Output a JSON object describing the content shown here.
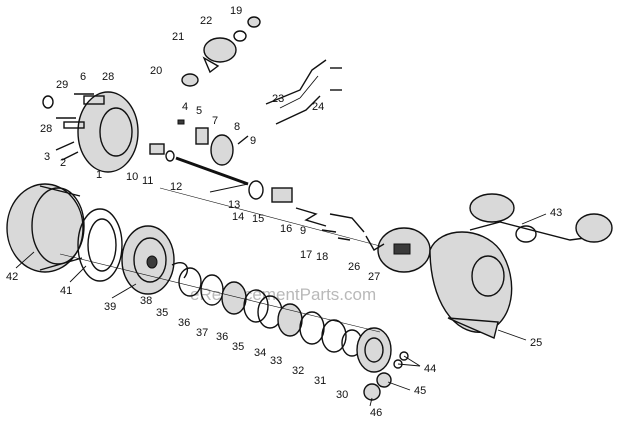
{
  "callouts": [
    "1",
    "2",
    "3",
    "4",
    "5",
    "6",
    "7",
    "8",
    "9",
    "9",
    "10",
    "11",
    "12",
    "13",
    "14",
    "15",
    "16",
    "17",
    "18",
    "19",
    "20",
    "21",
    "22",
    "23",
    "24",
    "25",
    "26",
    "27",
    "28",
    "28",
    "29",
    "30",
    "31",
    "32",
    "33",
    "34",
    "35",
    "35",
    "36",
    "36",
    "37",
    "38",
    "39",
    "41",
    "42",
    "43",
    "44",
    "45",
    "46"
  ],
  "watermark": "eReplacementParts.com"
}
